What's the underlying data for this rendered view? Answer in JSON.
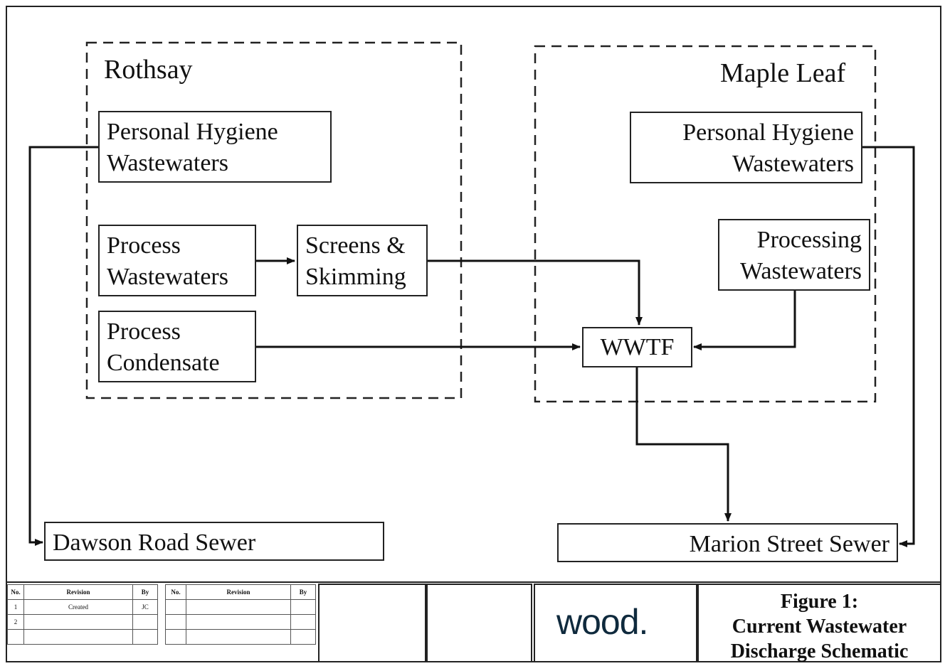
{
  "rothsay": {
    "title": "Rothsay",
    "hygiene": [
      "Personal Hygiene",
      "Wastewaters"
    ],
    "process": [
      "Process",
      "Wastewaters"
    ],
    "screens": [
      "Screens &",
      "Skimming"
    ],
    "condensate": [
      "Process",
      "Condensate"
    ]
  },
  "maple": {
    "title": "Maple Leaf",
    "hygiene": [
      "Personal Hygiene",
      "Wastewaters"
    ],
    "processing": [
      "Processing",
      "Wastewaters"
    ],
    "wwtf": "WWTF"
  },
  "sewers": {
    "dawson": "Dawson Road Sewer",
    "marion": "Marion Street Sewer"
  },
  "titleblock": {
    "headers": {
      "no": "No.",
      "revision": "Revision",
      "by": "By"
    },
    "rows": [
      {
        "no": "1",
        "revision": "Created",
        "by": "JC"
      },
      {
        "no": "2",
        "revision": "",
        "by": ""
      }
    ],
    "logo": "wood.",
    "figure": [
      "Figure 1:",
      "Current Wastewater",
      "Discharge Schematic"
    ]
  }
}
